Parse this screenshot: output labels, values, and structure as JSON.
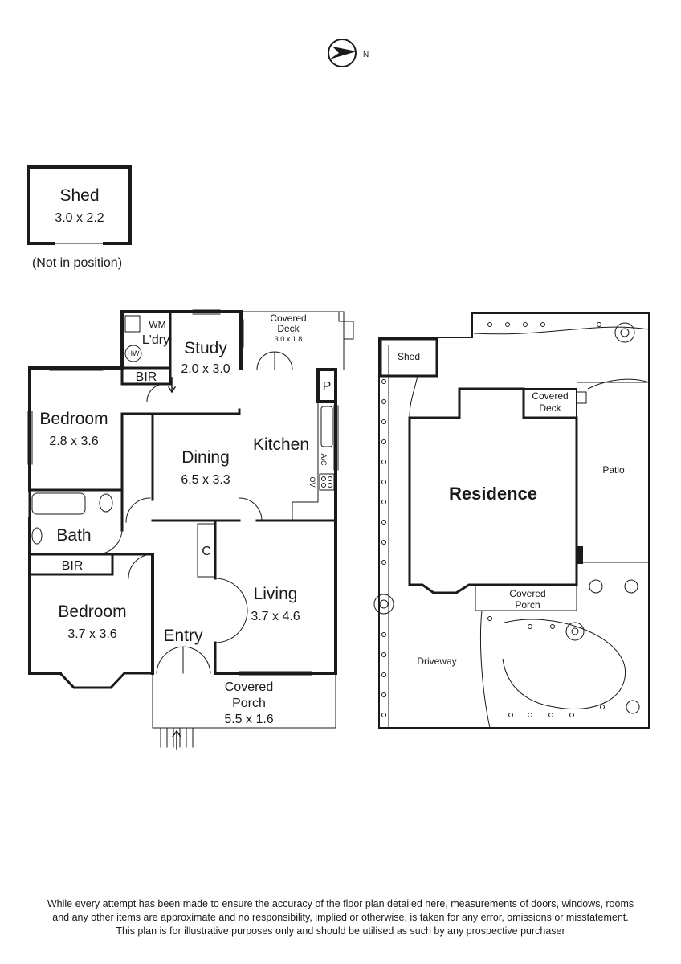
{
  "compass": {
    "label": "N"
  },
  "shed_box": {
    "name": "Shed",
    "size": "3.0 x 2.2",
    "note": "(Not in position)"
  },
  "rooms": {
    "wm": "WM",
    "laundry": "L'dry",
    "hw": "HW",
    "study": {
      "name": "Study",
      "size": "2.0 x 3.0"
    },
    "covered_deck": {
      "line1": "Covered",
      "line2": "Deck",
      "size": "3.0 x 1.8"
    },
    "bir_top": "BIR",
    "pantry": "P",
    "bedroom1": {
      "name": "Bedroom",
      "size": "2.8 x 3.6"
    },
    "dining": {
      "name": "Dining",
      "size": "6.5 x 3.3"
    },
    "kitchen": {
      "name": "Kitchen"
    },
    "ac": "A/C",
    "ov": "OV",
    "bath": "Bath",
    "cupboard": "C",
    "bir_bottom": "BIR",
    "living": {
      "name": "Living",
      "size": "3.7 x 4.6"
    },
    "bedroom2": {
      "name": "Bedroom",
      "size": "3.7 x 3.6"
    },
    "entry": "Entry",
    "covered_porch": {
      "line1": "Covered",
      "line2": "Porch",
      "size": "5.5 x 1.6"
    }
  },
  "site": {
    "shed": "Shed",
    "covered_deck": {
      "line1": "Covered",
      "line2": "Deck"
    },
    "patio": "Patio",
    "residence": "Residence",
    "covered_porch": {
      "line1": "Covered",
      "line2": "Porch"
    },
    "driveway": "Driveway"
  },
  "disclaimer": [
    "While every attempt has been made to ensure the accuracy of the floor plan detailed here, measurements of doors, windows, rooms",
    "and any other items are approximate and no responsibility, implied or otherwise, is taken for any error, omissions or misstatement.",
    "This plan is for illustrative purposes only and should be utilised as such by any prospective purchaser"
  ]
}
